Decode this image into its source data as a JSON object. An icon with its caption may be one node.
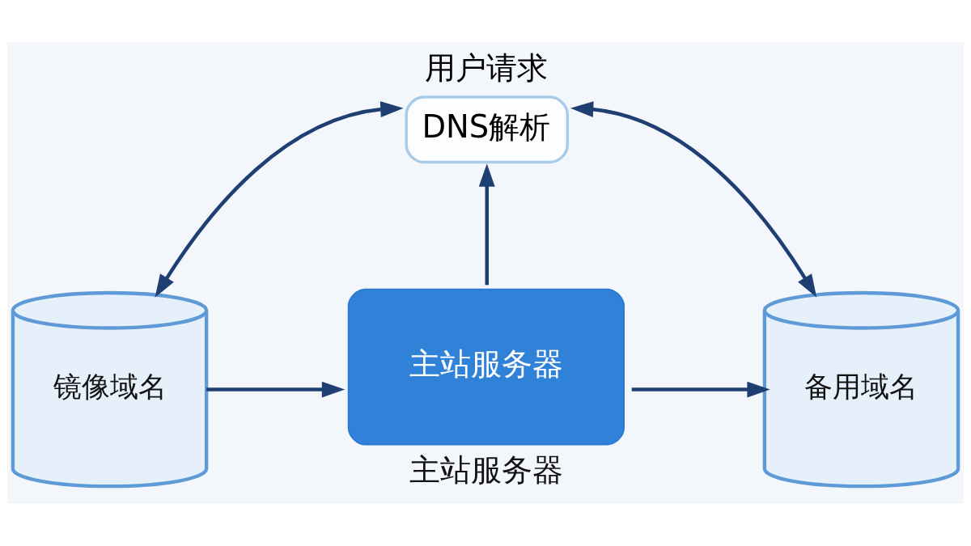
{
  "diagram": {
    "nodes": [
      {
        "text": [
          "DNS解析"
        ],
        "beside": [
          "用户请求"
        ]
      },
      {
        "text": [
          "镜像域名"
        ]
      },
      {
        "text": [
          "主站服务器"
        ],
        "beside": [
          "主站服务器"
        ]
      },
      {
        "text": [
          "备用域名"
        ]
      }
    ],
    "edges": [
      {
        "from": 1,
        "to": 0,
        "arrow": "both"
      },
      {
        "from": 3,
        "to": 0,
        "arrow": "both"
      },
      {
        "from": 2,
        "to": 0,
        "arrow": "to"
      },
      {
        "from": 1,
        "to": 2,
        "arrow": "to"
      },
      {
        "from": 2,
        "to": 3,
        "arrow": "to"
      }
    ]
  }
}
